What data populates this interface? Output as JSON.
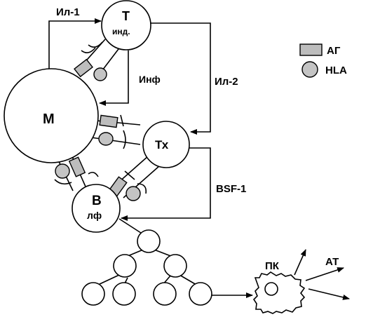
{
  "cells": {
    "m": "М",
    "t_ind_main": "Т",
    "t_ind_sub": "инд.",
    "tx": "Тх",
    "b_main": "В",
    "b_sub": "лф"
  },
  "arrows": {
    "il1": "Ил-1",
    "il2": "Ил-2",
    "inf": "Инф",
    "bsf": "BSF-1"
  },
  "legend": {
    "ag_label": "АГ",
    "hla_label": "HLA"
  },
  "products": {
    "pk": "ПК",
    "at": "АТ"
  },
  "colors": {
    "ag_fill": "#bdbdbd",
    "hla_fill": "#c4c4c4",
    "line": "#000000"
  }
}
